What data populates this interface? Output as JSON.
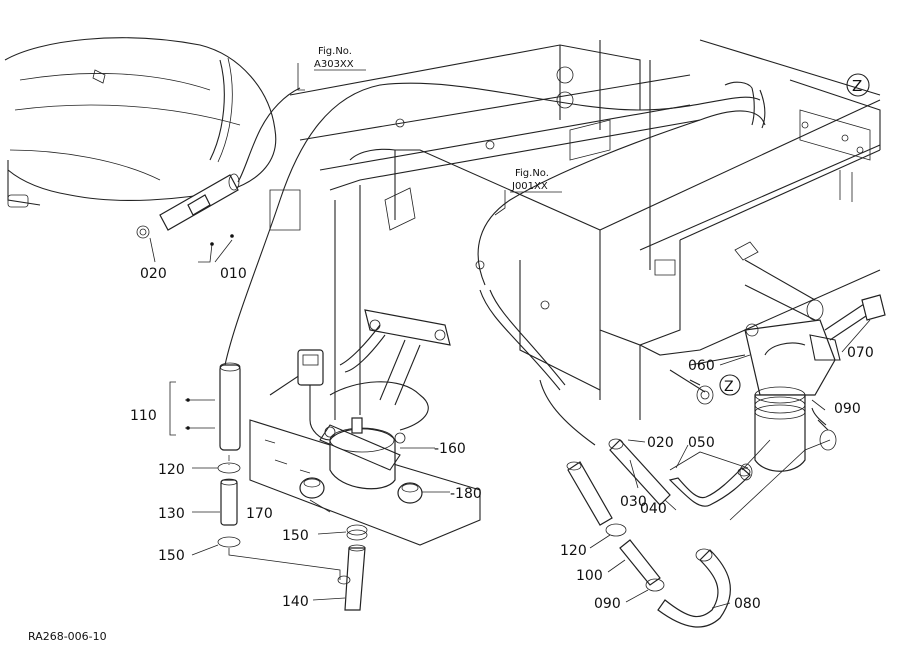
{
  "figure_refs": {
    "a303": {
      "label": "Fig.No.",
      "code": "A303XX"
    },
    "j001": {
      "label": "Fig.No.",
      "code": "J001XX"
    }
  },
  "view_markers": {
    "top_right": "Z",
    "filter": "Z"
  },
  "callouts": {
    "p010": "010",
    "p020_left": "020",
    "p020_right": "020",
    "p030": "030",
    "p040": "040",
    "p050": "050",
    "p060": "060",
    "p070": "070",
    "p080": "080",
    "p090_right": "090",
    "p090_bottom": "090",
    "p100": "100",
    "p110": "110",
    "p120_left": "120",
    "p120_right": "120",
    "p130": "130",
    "p140": "140",
    "p150_left": "150",
    "p150_mid": "150",
    "p160": "-160",
    "p170": "170",
    "p180": "-180"
  },
  "drawing_code": "RA268-006-10"
}
